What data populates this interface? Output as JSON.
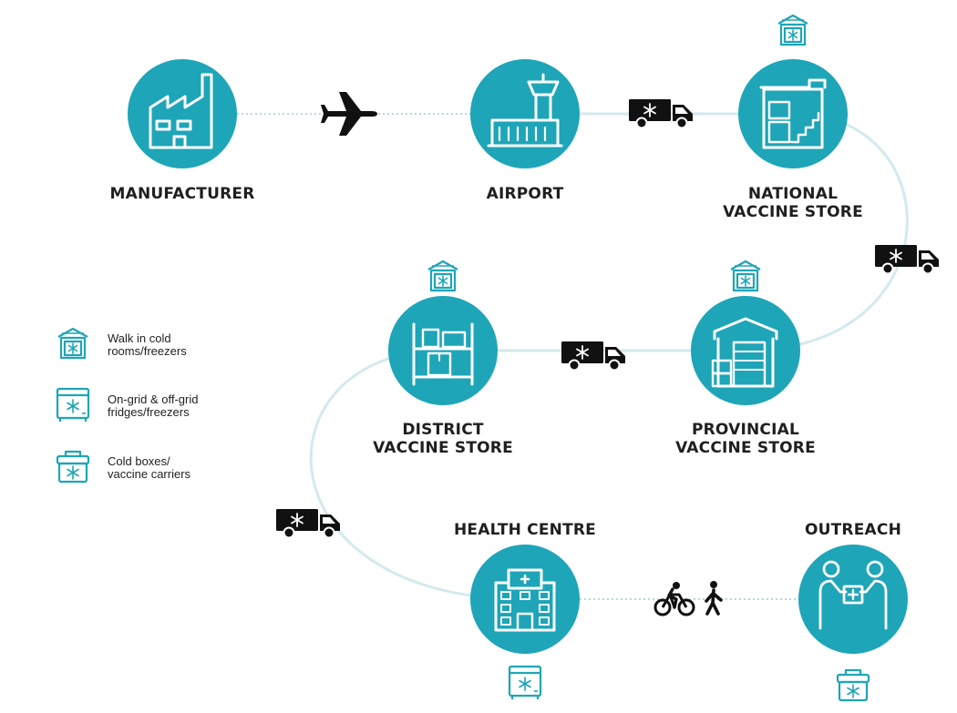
{
  "colors": {
    "primary": "#1ea5b8",
    "road": "#d3e9ef",
    "air": "#9bcbd6",
    "vehicle": "#111111",
    "text": "#1f1f1f"
  },
  "nodes": {
    "manufacturer": {
      "label": "MANUFACTURER",
      "icon": "factory-icon"
    },
    "airport": {
      "label": "AIRPORT",
      "icon": "airport-tower-icon"
    },
    "national": {
      "line1": "NATIONAL",
      "line2": "VACCINE STORE",
      "icon": "warehouse-stairs-icon"
    },
    "provincial": {
      "line1": "PROVINCIAL",
      "line2": "VACCINE STORE",
      "icon": "warehouse-door-icon"
    },
    "district": {
      "line1": "DISTRICT",
      "line2": "VACCINE STORE",
      "icon": "shelves-boxes-icon"
    },
    "health": {
      "label": "HEALTH CENTRE",
      "icon": "hospital-icon"
    },
    "outreach": {
      "label": "OUTREACH",
      "icon": "hand-over-icon"
    }
  },
  "legend": {
    "walk_in": {
      "line1": "Walk in cold",
      "line2": "rooms/freezers",
      "icon": "cold-room-icon"
    },
    "fridges": {
      "line1": "On-grid & off-grid",
      "line2": "fridges/freezers",
      "icon": "fridge-icon"
    },
    "cold_boxes": {
      "line1": "Cold boxes/",
      "line2": "vaccine carriers",
      "icon": "cold-box-icon"
    }
  }
}
